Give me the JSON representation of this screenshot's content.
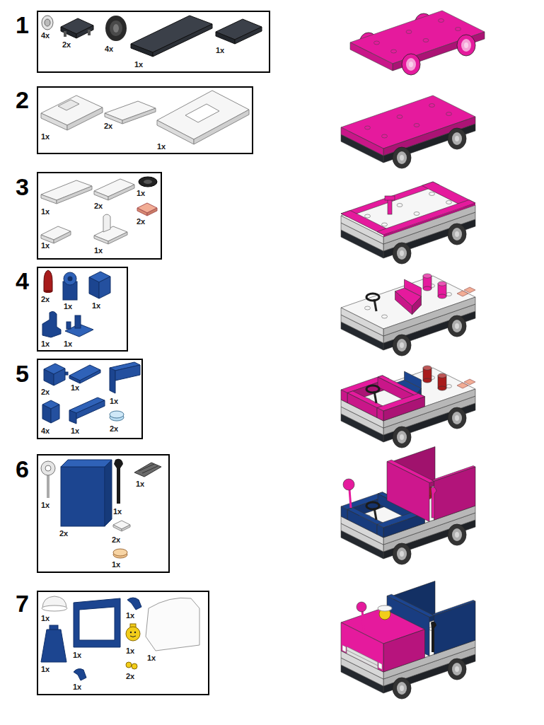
{
  "diagram": {
    "nodes": [
      {
        "text": [
          "1",
          "4x",
          "2x",
          "4x",
          "1x",
          "1x"
        ]
      },
      {
        "text": [
          "2",
          "1x",
          "2x",
          "1x"
        ]
      },
      {
        "text": [
          "3",
          "1x",
          "2x",
          "1x",
          "2x",
          "1x",
          "1x"
        ]
      },
      {
        "text": [
          "4",
          "2x",
          "1x",
          "1x",
          "1x",
          "1x"
        ]
      },
      {
        "text": [
          "5",
          "2x",
          "1x",
          "1x",
          "4x",
          "1x",
          "2x"
        ]
      },
      {
        "text": [
          "6",
          "1x",
          "2x",
          "1x",
          "1x",
          "2x",
          "1x"
        ]
      },
      {
        "text": [
          "7",
          "1x",
          "1x",
          "1x",
          "1x",
          "1x",
          "2x",
          "1x",
          "1x"
        ]
      }
    ]
  }
}
